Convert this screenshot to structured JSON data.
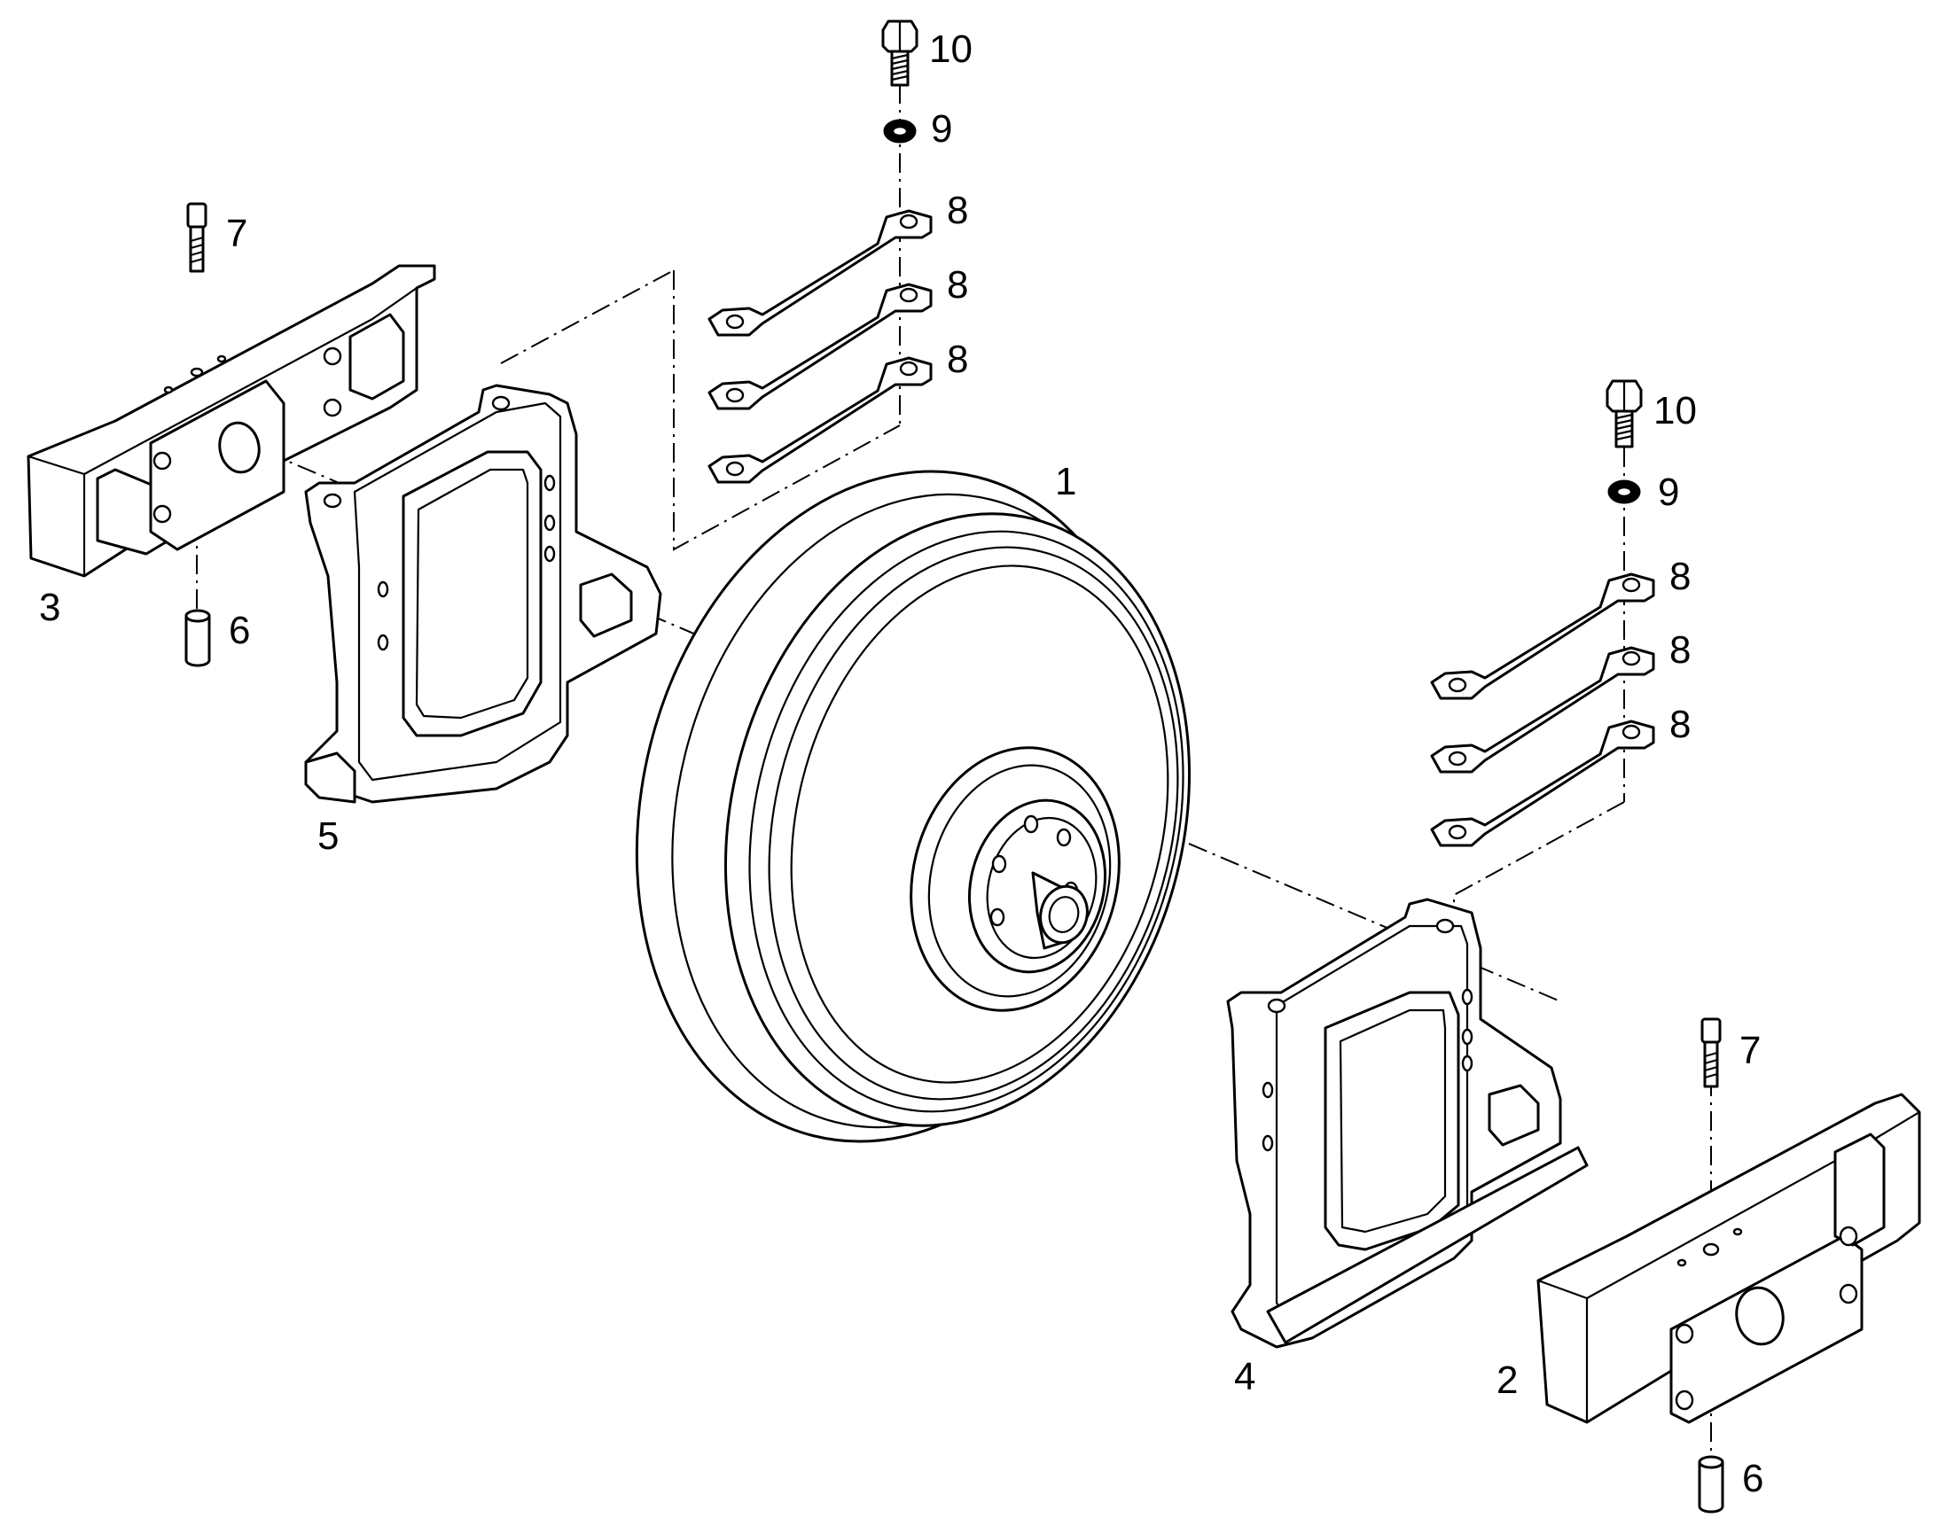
{
  "colors": {
    "line": "#000000",
    "background": "#ffffff"
  },
  "callouts": {
    "c1": "1",
    "c2": "2",
    "c3": "3",
    "c4": "4",
    "c5": "5",
    "c6_left": "6",
    "c6_right": "6",
    "c7_left": "7",
    "c7_right": "7",
    "c8_left_a": "8",
    "c8_left_b": "8",
    "c8_left_c": "8",
    "c8_right_a": "8",
    "c8_right_b": "8",
    "c8_right_c": "8",
    "c9_left": "9",
    "c9_right": "9",
    "c10_left": "10",
    "c10_right": "10"
  }
}
